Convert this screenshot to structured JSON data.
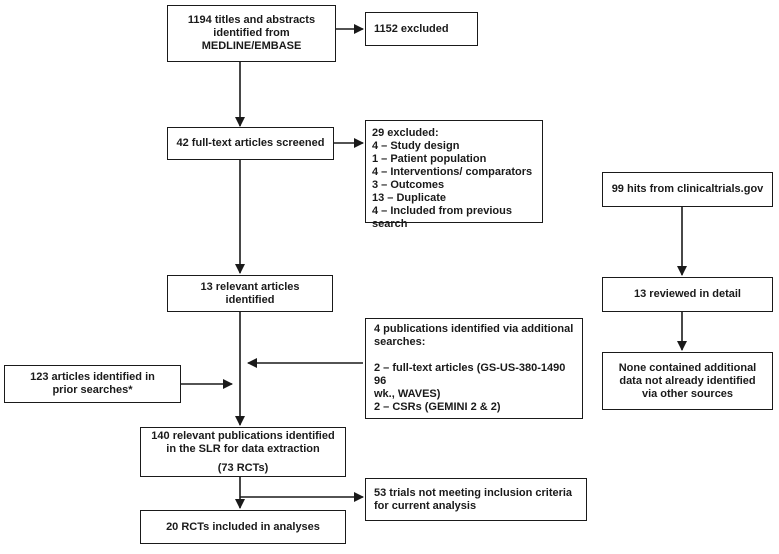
{
  "nodes": {
    "titles": [
      "1194 titles and abstracts",
      "identified from",
      "MEDLINE/EMBASE"
    ],
    "excluded_1152": "1152 excluded",
    "fulltext": "42 full-text articles screened",
    "excluded_29": {
      "heading": "29 excluded:",
      "items": [
        "4 – Study design",
        "1 – Patient population",
        "4 – Interventions/ comparators",
        "3 – Outcomes",
        "13 – Duplicate",
        "4 – Included from previous search"
      ]
    },
    "relevant13": [
      "13 relevant articles",
      "identified"
    ],
    "additional": {
      "heading": [
        "4 publications identified via additional",
        "searches:"
      ],
      "line1": [
        "2 – full-text articles (GS-US-380-1490 96",
        "wk., WAVES)"
      ],
      "line2": "2 – CSRs (GEMINI 2 & 2)"
    },
    "prior": [
      "123 articles identified in",
      "prior searches*"
    ],
    "publications140": [
      "140 relevant publications identified",
      "in the SLR for data extraction"
    ],
    "rcts73": "(73 RCTs)",
    "not_meeting": [
      "53 trials not meeting inclusion criteria",
      "for current analysis"
    ],
    "included20": "20 RCTs included in analyses",
    "clinicaltrials": "99 hits from clinicaltrials.gov",
    "reviewed13": "13 reviewed in detail",
    "none_contained": [
      "None contained additional",
      "data not already identified",
      "via other sources"
    ]
  }
}
